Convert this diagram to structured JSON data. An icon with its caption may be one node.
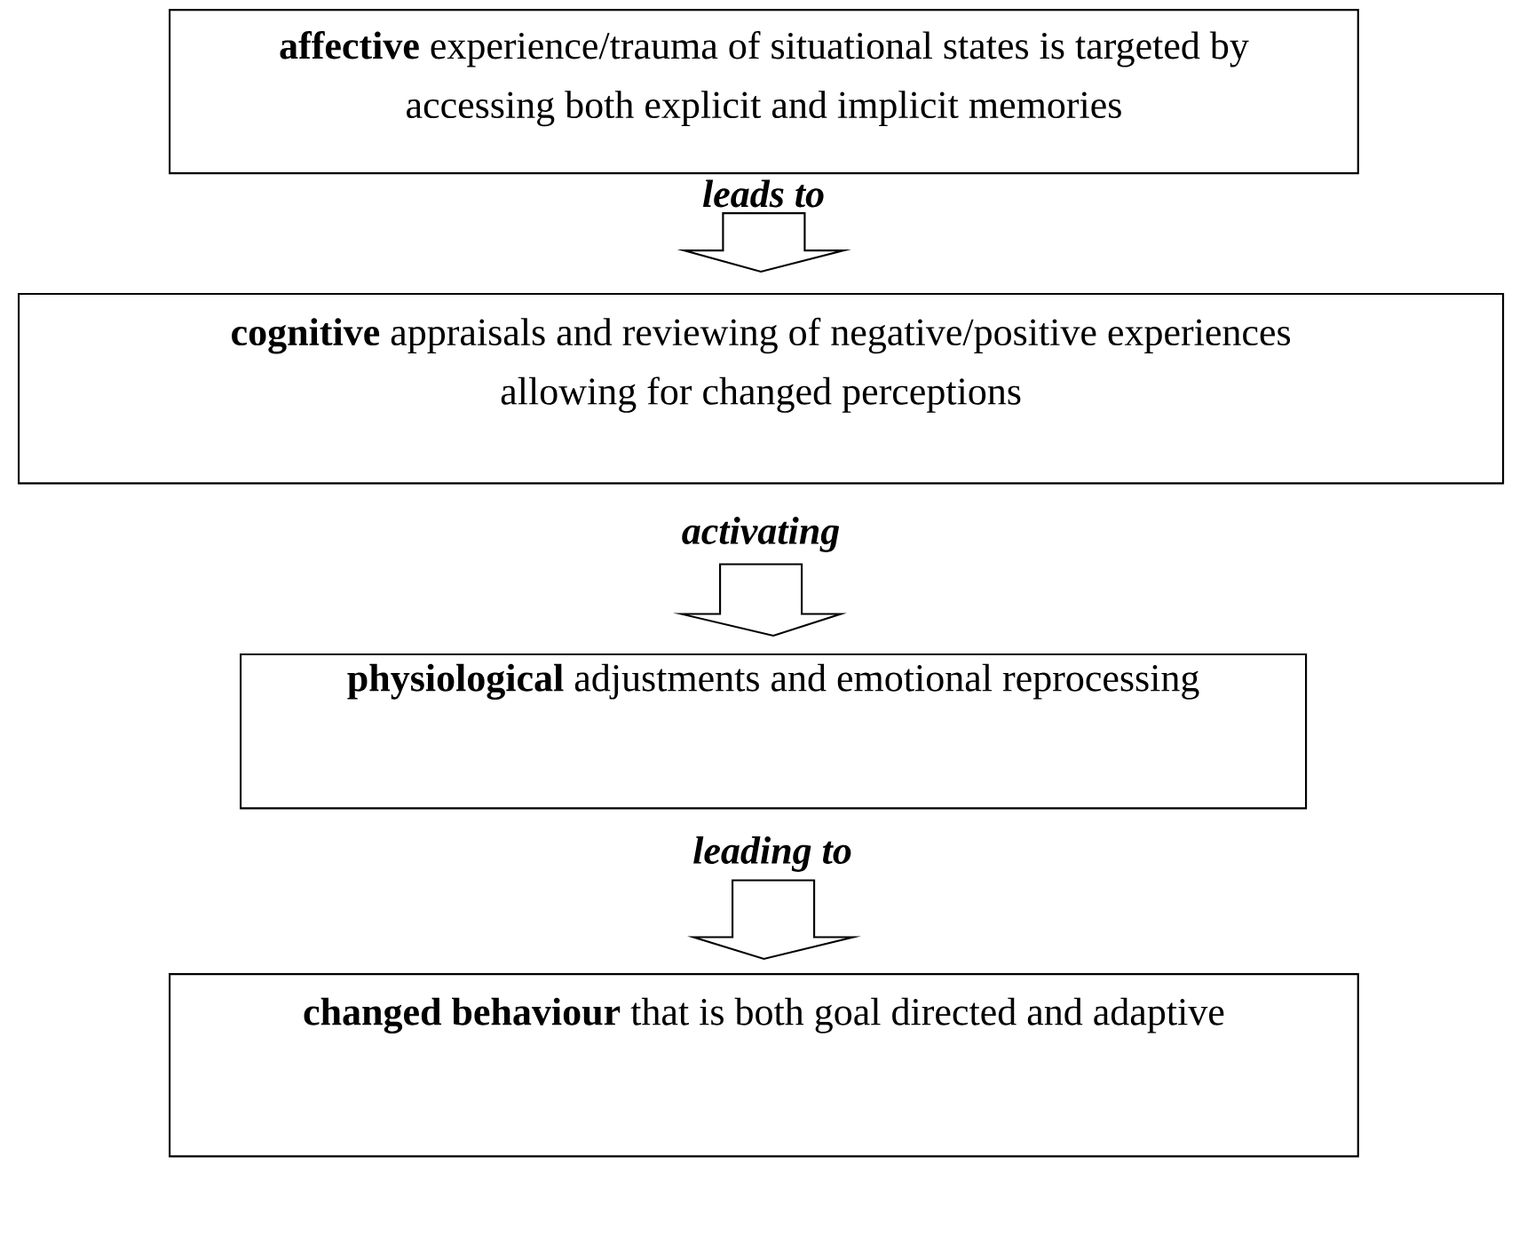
{
  "diagram": {
    "nodes": [
      {
        "text": [
          "**affective** experience/trauma of situational states is targeted by accessing both explicit and implicit memories"
        ]
      },
      {
        "text": [
          "**cognitive** appraisals and reviewing of negative/positive experiences allowing for changed perceptions"
        ]
      },
      {
        "text": [
          "**physiological** adjustments and emotional reprocessing"
        ]
      },
      {
        "text": [
          "**changed behaviour** that is both goal directed and adaptive"
        ]
      }
    ],
    "edges": [
      {
        "from": 0,
        "to": 1,
        "arrow": "to",
        "label": "leads to"
      },
      {
        "from": 1,
        "to": 2,
        "arrow": "to",
        "label": "activating"
      },
      {
        "from": 2,
        "to": 3,
        "arrow": "to",
        "label": "leading to"
      }
    ]
  }
}
